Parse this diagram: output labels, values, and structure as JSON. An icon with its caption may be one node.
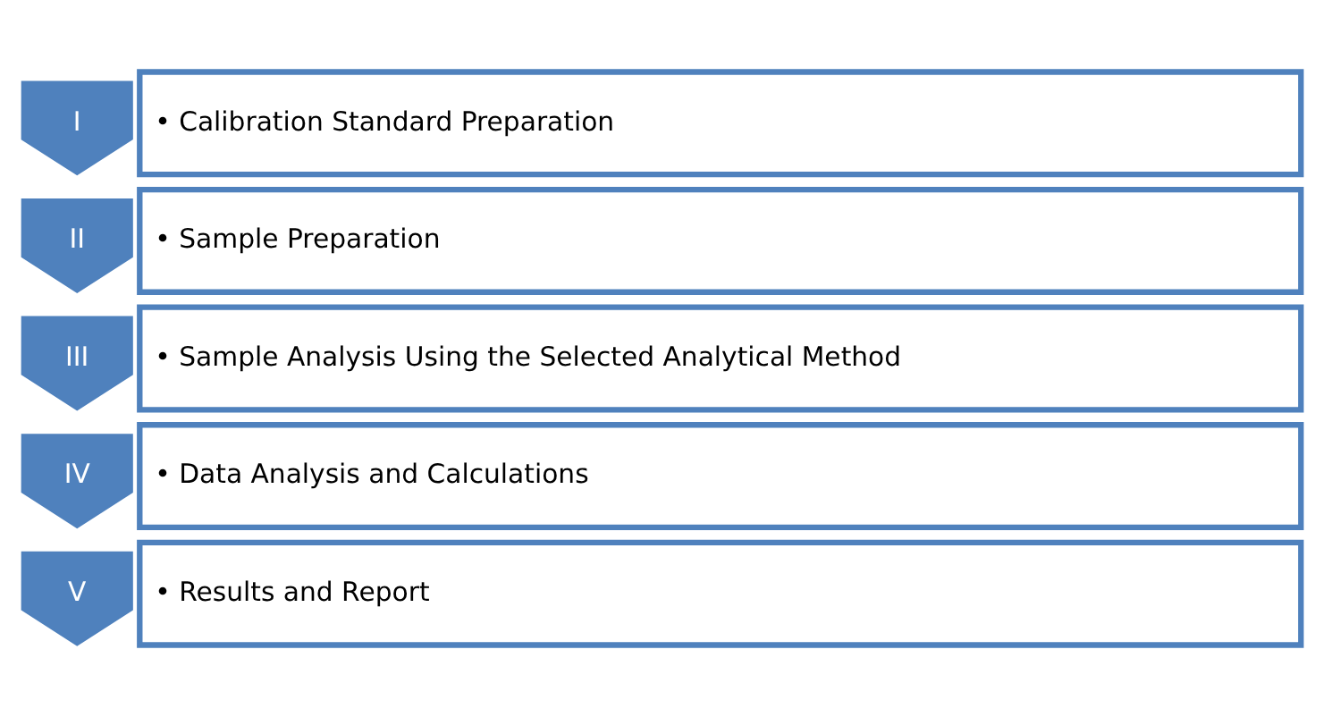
{
  "diagram": {
    "nodes": [
      {
        "text": [
          "I"
        ]
      },
      {
        "text": [
          "• Calibration Standard Preparation"
        ]
      },
      {
        "text": [
          "II"
        ]
      },
      {
        "text": [
          "• Sample Preparation"
        ]
      },
      {
        "text": [
          "III"
        ]
      },
      {
        "text": [
          "• Sample Analysis Using the Selected Analytical Method"
        ]
      },
      {
        "text": [
          "IV"
        ]
      },
      {
        "text": [
          "• Data Analysis and Calculations"
        ]
      },
      {
        "text": [
          "V"
        ]
      },
      {
        "text": [
          "• Results and Report"
        ]
      }
    ],
    "edges": []
  }
}
